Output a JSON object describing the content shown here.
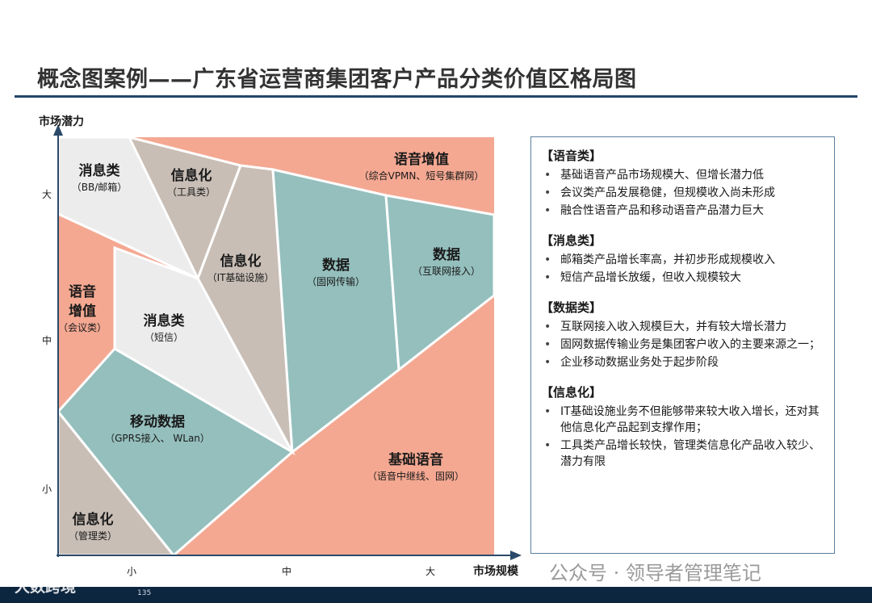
{
  "title": "概念图案例——广东省运营商集团客户产品分类价值区格局图",
  "axes": {
    "y_label": "市场潜力",
    "x_label": "市场规模",
    "y_ticks": [
      "大",
      "中",
      "小"
    ],
    "x_ticks": [
      "小",
      "中",
      "大"
    ]
  },
  "regions": {
    "msg_bb": {
      "name": "消息类",
      "sub": "（BB/邮箱）"
    },
    "info_tools": {
      "name": "信息化",
      "sub": "（工具类）"
    },
    "voice_plus_top": {
      "name": "语音增值",
      "sub": "（综合VPMN、短号集群网）"
    },
    "info_it": {
      "name": "信息化",
      "sub": "（IT基础设施）"
    },
    "data_fixed": {
      "name": "数据",
      "sub": "（固网传输）"
    },
    "data_internet": {
      "name": "数据",
      "sub": "（互联网接入）"
    },
    "voice_plus_conf": {
      "name_line1": "语音",
      "name_line2": "增值",
      "sub": "（会议类）"
    },
    "msg_sms": {
      "name": "消息类",
      "sub": "（短信）"
    },
    "mobile_data": {
      "name": "移动数据",
      "sub": "（GPRS接入、  WLan）"
    },
    "basic_voice": {
      "name": "基础语音",
      "sub": "（语音中继线、固网）"
    },
    "info_mgmt": {
      "name": "信息化",
      "sub": "（管理类）"
    }
  },
  "colors": {
    "salmon": "#f4a892",
    "light_gray": "#ececec",
    "taupe": "#c8beb6",
    "teal": "#94bfbd"
  },
  "panel": {
    "groups": [
      {
        "title": "【语音类】",
        "items": [
          "基础语音产品市场规模大、但增长潜力低",
          "会议类产品发展稳健，但规模收入尚未形成",
          "融合性语音产品和移动语音产品潜力巨大"
        ]
      },
      {
        "title": "【消息类】",
        "items": [
          "邮箱类产品增长率高，并初步形成规模收入",
          "短信产品增长放缓，但收入规模较大"
        ]
      },
      {
        "title": "【数据类】",
        "items": [
          "互联网接入收入规模巨大，并有较大增长潜力",
          "固网数据传输业务是集团客户收入的主要来源之一；",
          "企业移动数据业务处于起步阶段"
        ]
      },
      {
        "title": "【信息化】",
        "items": [
          "IT基础设施业务不但能够带来较大收入增长，还对其他信息化产品起到支撑作用；",
          "工具类产品增长较快，管理类信息化产品收入较少、潜力有限"
        ]
      }
    ]
  },
  "footer": {
    "page": "135",
    "watermark_left": "大数跨境",
    "watermark_right": "公众号 · 领导者管理笔记"
  }
}
